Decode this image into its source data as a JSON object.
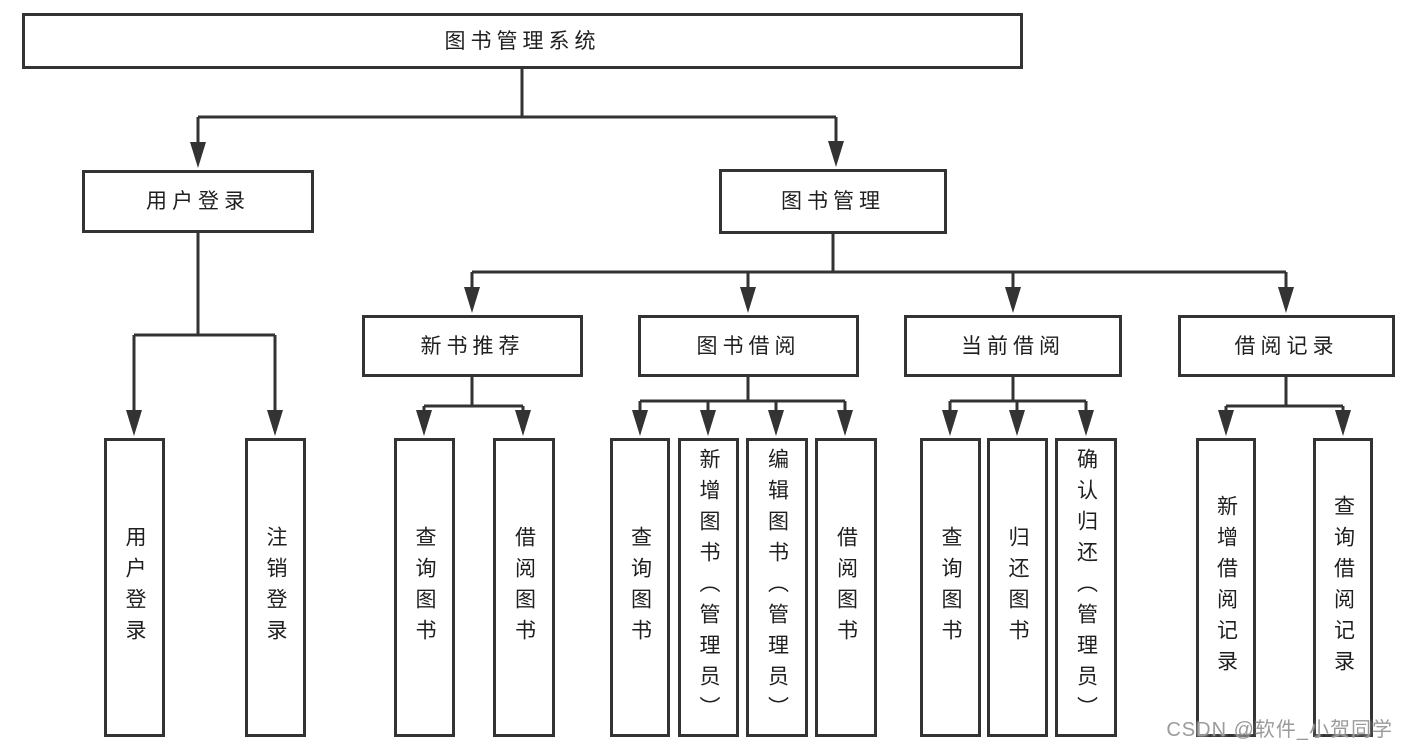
{
  "diagram_title": "图书管理系统",
  "nodes": [
    {
      "id": "library-system",
      "label": "图书管理系统",
      "level": 1
    },
    {
      "id": "user-login",
      "label": "用户登录",
      "level": 2
    },
    {
      "id": "book-management",
      "label": "图书管理",
      "level": 2
    },
    {
      "id": "new-book-recommendation",
      "label": "新书推荐",
      "level": 3
    },
    {
      "id": "book-borrowing",
      "label": "图书借阅",
      "level": 3
    },
    {
      "id": "current-borrowing",
      "label": "当前借阅",
      "level": 3
    },
    {
      "id": "borrowing-records",
      "label": "借阅记录",
      "level": 3
    },
    {
      "id": "leaf-user-login",
      "label": "用户登录",
      "level": 4
    },
    {
      "id": "leaf-logout",
      "label": "注销登录",
      "level": 4
    },
    {
      "id": "leaf-query-books-recommend",
      "label": "查询图书",
      "level": 4
    },
    {
      "id": "leaf-borrow-books-recommend",
      "label": "借阅图书",
      "level": 4
    },
    {
      "id": "leaf-query-books-borrowing",
      "label": "查询图书",
      "level": 4
    },
    {
      "id": "leaf-add-book-admin",
      "label": "新增图书（管理员）",
      "level": 4
    },
    {
      "id": "leaf-edit-book-admin",
      "label": "编辑图书（管理员）",
      "level": 4
    },
    {
      "id": "leaf-borrow-books-borrowing",
      "label": "借阅图书",
      "level": 4
    },
    {
      "id": "leaf-query-books-current",
      "label": "查询图书",
      "level": 4
    },
    {
      "id": "leaf-return-books",
      "label": "归还图书",
      "level": 4
    },
    {
      "id": "leaf-confirm-return-admin",
      "label": "确认归还（管理员）",
      "level": 4
    },
    {
      "id": "leaf-add-borrow-record",
      "label": "新增借阅记录",
      "level": 4
    },
    {
      "id": "leaf-query-borrow-record",
      "label": "查询借阅记录",
      "level": 4
    }
  ],
  "edges": [
    [
      "library-system",
      "user-login"
    ],
    [
      "library-system",
      "book-management"
    ],
    [
      "user-login",
      "leaf-user-login"
    ],
    [
      "user-login",
      "leaf-logout"
    ],
    [
      "book-management",
      "new-book-recommendation"
    ],
    [
      "book-management",
      "book-borrowing"
    ],
    [
      "book-management",
      "current-borrowing"
    ],
    [
      "book-management",
      "borrowing-records"
    ],
    [
      "new-book-recommendation",
      "leaf-query-books-recommend"
    ],
    [
      "new-book-recommendation",
      "leaf-borrow-books-recommend"
    ],
    [
      "book-borrowing",
      "leaf-query-books-borrowing"
    ],
    [
      "book-borrowing",
      "leaf-add-book-admin"
    ],
    [
      "book-borrowing",
      "leaf-edit-book-admin"
    ],
    [
      "book-borrowing",
      "leaf-borrow-books-borrowing"
    ],
    [
      "current-borrowing",
      "leaf-query-books-current"
    ],
    [
      "current-borrowing",
      "leaf-return-books"
    ],
    [
      "current-borrowing",
      "leaf-confirm-return-admin"
    ],
    [
      "borrowing-records",
      "leaf-add-borrow-record"
    ],
    [
      "borrowing-records",
      "leaf-query-borrow-record"
    ]
  ],
  "watermark": {
    "text": "CSDN @软件_小贺同学"
  },
  "colors": {
    "background": "#ffffff",
    "box_fill": "#ffffff",
    "box_border": "#333333",
    "line": "#333333",
    "text": "#1f1f1f",
    "watermark": "#9b9b9b"
  }
}
